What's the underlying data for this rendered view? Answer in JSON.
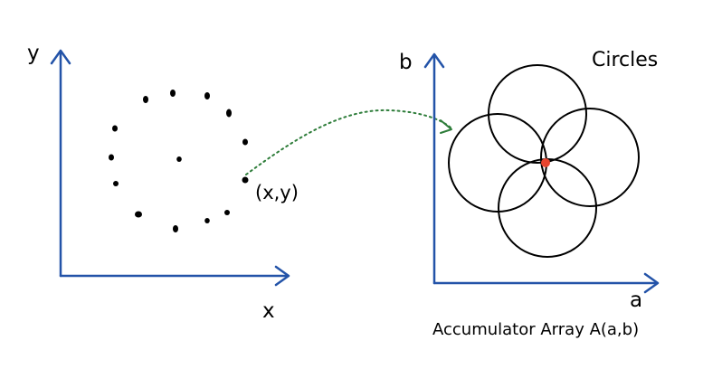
{
  "left_plot": {
    "y_label": "y",
    "x_label": "x",
    "point_label": "(x,y)"
  },
  "right_plot": {
    "b_label": "b",
    "a_label": "a",
    "title": "Circles",
    "caption": "Accumulator Array A(a,b)"
  },
  "colors": {
    "axis": "#2353a8",
    "dots": "#000000",
    "circles": "#000000",
    "intersection": "#e8452f",
    "arrow": "#2e7d3a"
  }
}
